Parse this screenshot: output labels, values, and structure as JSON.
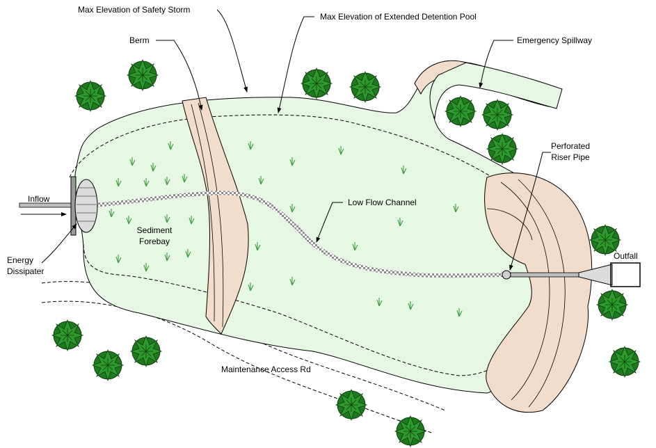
{
  "labels": {
    "max_storm": "Max Elevation of Safety Storm",
    "max_pool": "Max Elevation of Extended Detention Pool",
    "berm": "Berm",
    "spillway": "Emergency Spillway",
    "riser_1": "Perforated",
    "riser_2": "Riser Pipe",
    "inflow": "Inflow",
    "low_flow": "Low Flow Channel",
    "forebay_1": "Sediment",
    "forebay_2": "Forebay",
    "dissipater_1": "Energy",
    "dissipater_2": "Dissipater",
    "outfall": "Outfall",
    "access_rd": "Maintenance Access Rd"
  },
  "colors": {
    "pond_fill": "#e6f7e4",
    "berm_fill": "#f2dccb",
    "tree_fill": "#1f7a1f",
    "grass": "#3c9a3c",
    "channel": "#9a9a9a"
  },
  "icons": [
    "shrub-icon",
    "grass-tuft-icon",
    "arrow-icon"
  ]
}
